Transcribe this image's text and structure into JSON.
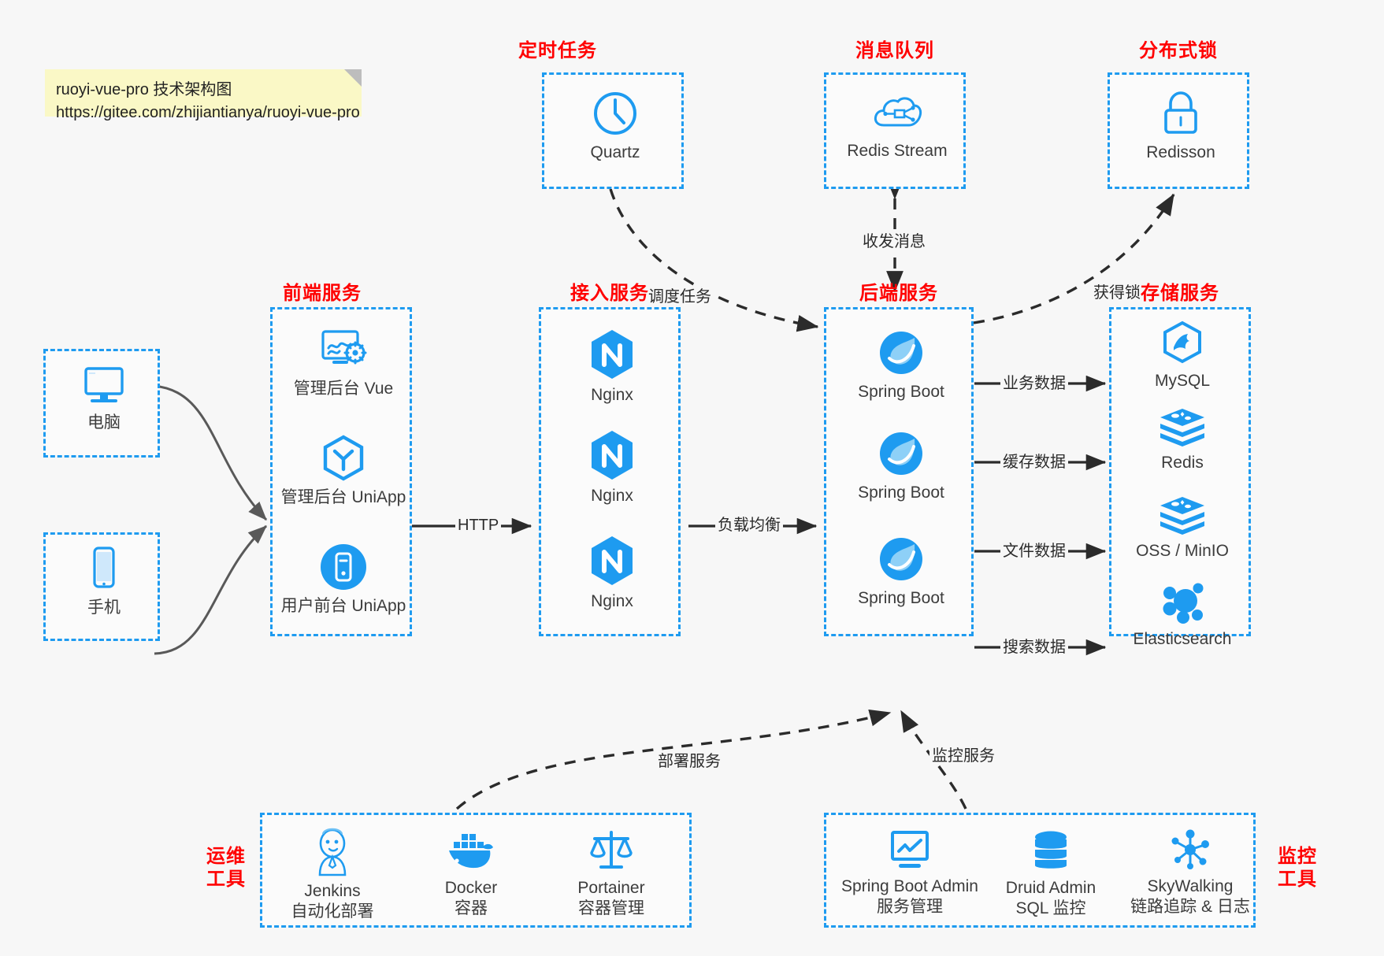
{
  "note": {
    "line1": "ruoyi-vue-pro 技术架构图",
    "line2": "https://gitee.com/zhijiantianya/ruoyi-vue-pro"
  },
  "colors": {
    "accent": "#1E9BF0",
    "group_title": "#FF0000",
    "background": "#f7f7f7",
    "note_background": "#FAF8C6",
    "arrow": "#2b2b2b",
    "client_arrow": "#595959",
    "text": "#3c3c3c"
  },
  "groups": {
    "scheduled_task": {
      "title": "定时任务"
    },
    "message_queue": {
      "title": "消息队列"
    },
    "distributed_lock": {
      "title": "分布式锁"
    },
    "frontend_service": {
      "title": "前端服务"
    },
    "gateway_service": {
      "title": "接入服务"
    },
    "backend_service": {
      "title": "后端服务"
    },
    "storage_service": {
      "title": "存储服务"
    },
    "devops_tools": {
      "title": "运维\n工具",
      "line1": "运维",
      "line2": "工具"
    },
    "monitor_tools": {
      "title": "监控\n工具",
      "line1": "监控",
      "line2": "工具"
    }
  },
  "clients": [
    {
      "label": "电脑",
      "icon": "desktop-computer-icon"
    },
    {
      "label": "手机",
      "icon": "mobile-phone-icon"
    }
  ],
  "scheduled_task_nodes": [
    {
      "label": "Quartz",
      "icon": "clock-icon"
    }
  ],
  "message_queue_nodes": [
    {
      "label": "Redis Stream",
      "icon": "cloud-stream-icon"
    }
  ],
  "distributed_lock_nodes": [
    {
      "label": "Redisson",
      "icon": "lock-icon"
    }
  ],
  "frontend_nodes": [
    {
      "label": "管理后台 Vue",
      "icon": "dashboard-gear-icon"
    },
    {
      "label": "管理后台 UniApp",
      "icon": "uniapp-cube-icon"
    },
    {
      "label": "用户前台 UniApp",
      "icon": "mobile-app-icon"
    }
  ],
  "gateway_nodes": [
    {
      "label": "Nginx",
      "icon": "nginx-icon"
    },
    {
      "label": "Nginx",
      "icon": "nginx-icon"
    },
    {
      "label": "Nginx",
      "icon": "nginx-icon"
    }
  ],
  "backend_nodes": [
    {
      "label": "Spring Boot",
      "icon": "spring-boot-icon"
    },
    {
      "label": "Spring Boot",
      "icon": "spring-boot-icon"
    },
    {
      "label": "Spring Boot",
      "icon": "spring-boot-icon"
    }
  ],
  "storage_nodes": [
    {
      "label": "MySQL",
      "icon": "mysql-icon"
    },
    {
      "label": "Redis",
      "icon": "redis-icon"
    },
    {
      "label": "OSS / MinIO",
      "icon": "oss-minio-icon"
    },
    {
      "label": "Elasticsearch",
      "icon": "elasticsearch-icon"
    }
  ],
  "devops_nodes": [
    {
      "label": "Jenkins",
      "sublabel": "自动化部署",
      "icon": "jenkins-icon"
    },
    {
      "label": "Docker",
      "sublabel": "容器",
      "icon": "docker-icon"
    },
    {
      "label": "Portainer",
      "sublabel": "容器管理",
      "icon": "portainer-scale-icon"
    }
  ],
  "monitor_nodes": [
    {
      "label": "Spring Boot Admin",
      "sublabel": "服务管理",
      "icon": "monitor-chart-icon"
    },
    {
      "label": "Druid Admin",
      "sublabel": "SQL 监控",
      "icon": "database-icon"
    },
    {
      "label": "SkyWalking",
      "sublabel": "链路追踪 & 日志",
      "icon": "skywalking-icon"
    }
  ],
  "edge_labels": {
    "schedule_task": "调度任务",
    "send_receive_message": "收发消息",
    "acquire_lock": "获得锁",
    "http": "HTTP",
    "load_balance": "负载均衡",
    "business_data": "业务数据",
    "cache_data": "缓存数据",
    "file_data": "文件数据",
    "search_data": "搜索数据",
    "deploy_service": "部署服务",
    "monitor_service": "监控服务"
  }
}
